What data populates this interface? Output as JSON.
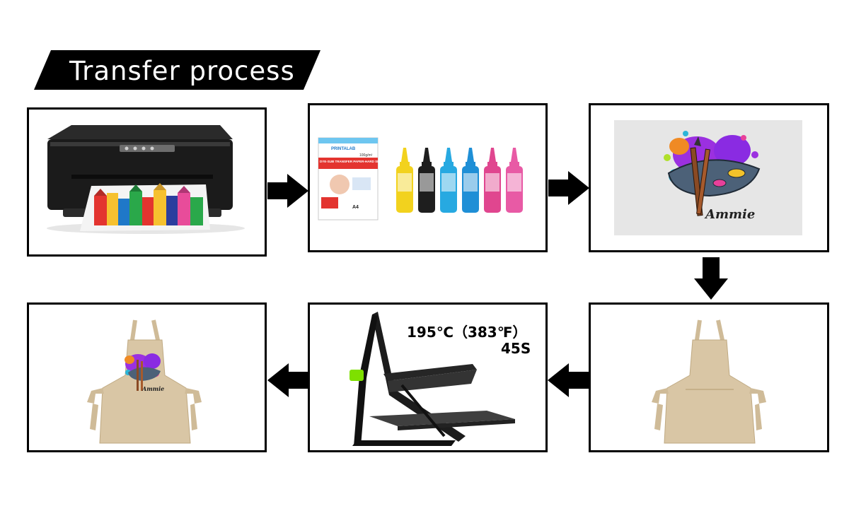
{
  "title": "Transfer process",
  "steps": {
    "printer": {},
    "consumables": {
      "paper_brand": "PRINTALAB",
      "paper_title": "DYE-SUB TRANSFER PAPER-HARD SERIES",
      "paper_weight": "100g/m²",
      "paper_size": "A4",
      "ink_colors": [
        "#f2d21e",
        "#1e1e1e",
        "#27a9e1",
        "#1f8fd6",
        "#e0468f",
        "#e85aa5"
      ]
    },
    "artwork": {
      "signature": "Ammie"
    },
    "blank_apron": {},
    "heat_press": {
      "temperature": "195℃（383℉）",
      "time": "45S"
    },
    "printed_apron": {
      "signature": "Ammie"
    }
  },
  "colors": {
    "banner": "#000000",
    "press_accent": "#7ee000",
    "apron": "#d9c6a5",
    "splash_purple": "#9b30e0"
  }
}
